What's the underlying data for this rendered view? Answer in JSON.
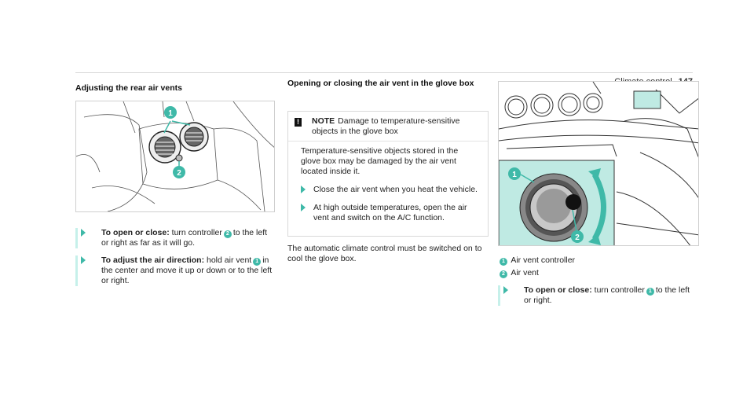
{
  "header": {
    "title": "Climate control",
    "page_number": "147"
  },
  "col1": {
    "heading": "Adjusting the rear air vents",
    "steps": [
      {
        "label": "To open or close:",
        "pre": "turn controller",
        "callout": "2",
        "post": "to the left or right as far as it will go."
      },
      {
        "label": "To adjust the air direction:",
        "pre": "hold air vent",
        "callout": "1",
        "post": "in the center and move it up or down or to the left or right."
      }
    ],
    "figure_callouts": [
      "1",
      "2"
    ]
  },
  "col2": {
    "heading": "Opening or closing the air vent in the glove box",
    "note": {
      "icon": "!",
      "label": "NOTE",
      "title": "Damage to temperature-sensitive objects in the glove box",
      "body": "Temperature-sensitive objects stored in the glove box may be damaged by the air vent located inside it.",
      "steps": [
        "Close the air vent when you heat the vehicle.",
        "At high outside temperatures, open the air vent and switch on the A/C function."
      ]
    },
    "after_text": "The automatic climate control must be switched on to cool the glove box."
  },
  "col3": {
    "figure_callouts": [
      "1",
      "2"
    ],
    "legend": [
      {
        "callout": "1",
        "text": "Air vent controller"
      },
      {
        "callout": "2",
        "text": "Air vent"
      }
    ],
    "step": {
      "label": "To open or close:",
      "pre": "turn controller",
      "callout": "1",
      "post": "to the left or right."
    }
  },
  "colors": {
    "accent": "#3fb9a8",
    "highlight": "#c6f0ea",
    "inset": "#bfeae3"
  }
}
